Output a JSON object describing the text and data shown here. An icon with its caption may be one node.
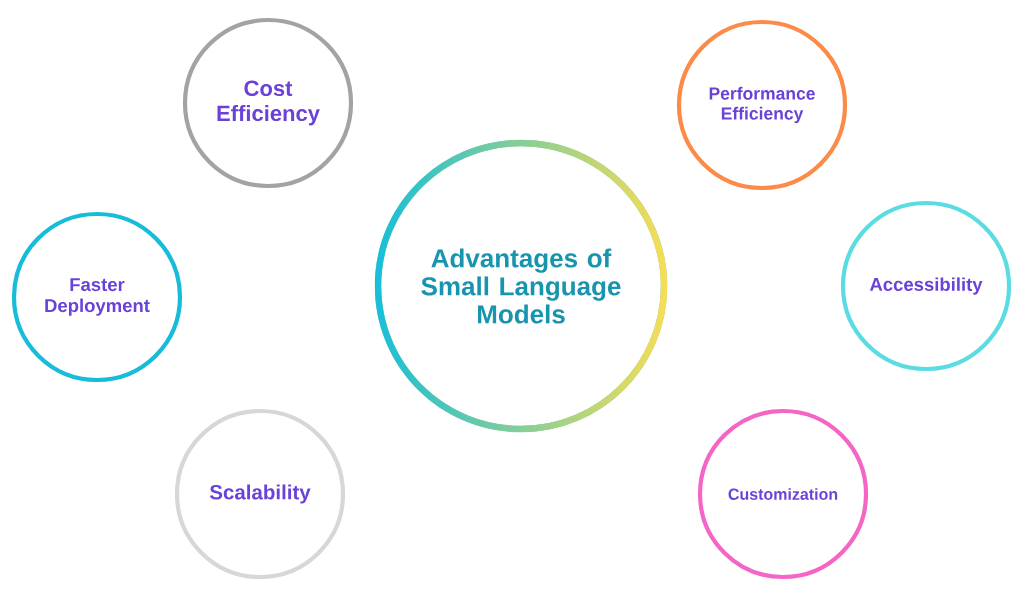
{
  "diagram": {
    "nodes": [
      {
        "text": [
          "Advantages of Small Language Models"
        ]
      },
      {
        "text": [
          "Cost Efficiency"
        ]
      },
      {
        "text": [
          "Performance Efficiency"
        ]
      },
      {
        "text": [
          "Faster Deployment"
        ]
      },
      {
        "text": [
          "Accessibility"
        ]
      },
      {
        "text": [
          "Scalability"
        ]
      },
      {
        "text": [
          "Customization"
        ]
      }
    ]
  }
}
